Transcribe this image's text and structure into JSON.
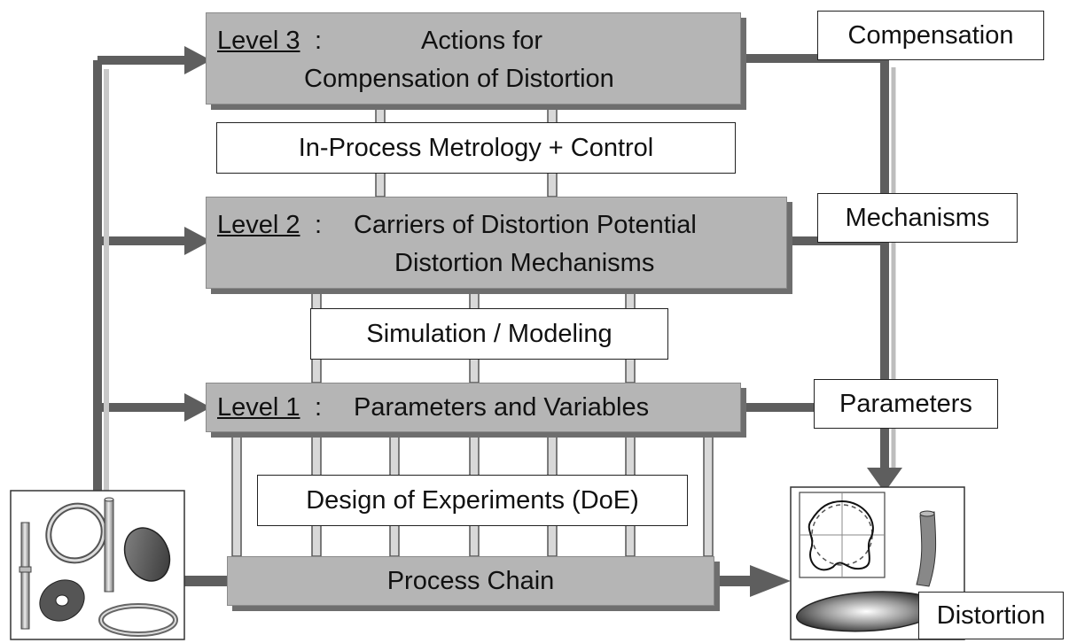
{
  "levels": {
    "level3": {
      "tag": "Level 3",
      "colon": ":",
      "line1": "Actions for",
      "line2": "Compensation of Distortion"
    },
    "level2": {
      "tag": "Level 2",
      "colon": ":",
      "line1": "Carriers of Distortion Potential",
      "line2": "Distortion Mechanisms"
    },
    "level1": {
      "tag": "Level 1",
      "colon": ":",
      "line1": "Parameters and Variables"
    }
  },
  "method_boxes": {
    "inprocess": "In-Process Metrology + Control",
    "simulation": "Simulation / Modeling",
    "doe": "Design of Experiments (DoE)"
  },
  "process_chain": "Process Chain",
  "side_labels": {
    "compensation": "Compensation",
    "mechanisms": "Mechanisms",
    "parameters": "Parameters",
    "distortion": "Distortion"
  },
  "colors": {
    "level_fill": "#b5b5b5",
    "arrow": "#5e5e5e",
    "shadow": "#9a9a9a",
    "connector_light": "#d8d8d8"
  },
  "icons": {
    "components": [
      "pin-icon",
      "ring-icon",
      "rod-icon",
      "disc-icon",
      "washer-icon",
      "ring-icon"
    ],
    "distortion": [
      "roundness-plot-icon",
      "bent-cylinder-icon",
      "warped-disc-icon"
    ]
  }
}
